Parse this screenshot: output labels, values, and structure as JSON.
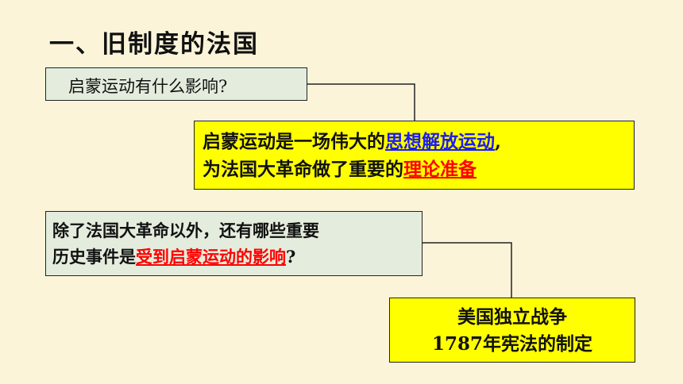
{
  "title": "一、旧制度的法国",
  "q1": {
    "text": "启蒙运动有什么影响?"
  },
  "a1": {
    "line1_prefix": "启蒙运动是一场伟大的",
    "line1_highlight": "思想解放运动",
    "line1_suffix": ",",
    "line2_prefix": "为法国大革命做了重要的",
    "line2_highlight": "理论准备"
  },
  "q2": {
    "line1": "除了法国大革命以外，还有哪些重要",
    "line2_prefix": "历史事件是",
    "line2_highlight": "受到启蒙运动的影响",
    "line2_suffix": "?"
  },
  "a2": {
    "line1": "美国独立战争",
    "line2": "1787年宪法的制定"
  },
  "colors": {
    "background": "#fbf4d9",
    "question_box": "#e4eddd",
    "answer_box": "#ffff00",
    "highlight_blue": "#1c1cf0",
    "highlight_red": "#ff0000"
  }
}
